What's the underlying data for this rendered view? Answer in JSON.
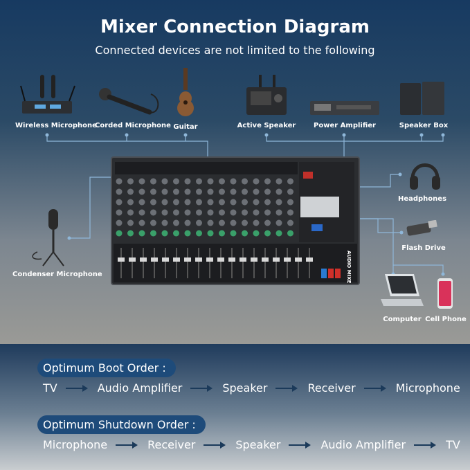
{
  "title": "Mixer Connection Diagram",
  "subtitle": "Connected devices are not limited to the following",
  "devices": {
    "wireless_microphone": "Wireless Microphone",
    "corded_microphone": "Corded Microphone",
    "guitar": "Guitar",
    "active_speaker": "Active Speaker",
    "power_amplifier": "Power Amplifier",
    "speaker_box": "Speaker Box",
    "headphones": "Headphones",
    "flash_drive": "Flash Drive",
    "computer": "Computer",
    "cell_phone": "Cell Phone",
    "condenser_microphone": "Condenser Microphone"
  },
  "mixer": {
    "brand_text": "AUDIO MIXER"
  },
  "boot_order": {
    "title": "Optimum Boot Order :",
    "steps": [
      "TV",
      "Audio Amplifier",
      "Speaker",
      "Receiver",
      "Microphone"
    ]
  },
  "shutdown_order": {
    "title": "Optimum Shutdown Order :",
    "steps": [
      "Microphone",
      "Receiver",
      "Speaker",
      "Audio Amplifier",
      "TV"
    ]
  },
  "colors": {
    "line": "#8fb7d9",
    "pill": "#1e4b7a",
    "arrow": "#1b3a5a"
  }
}
